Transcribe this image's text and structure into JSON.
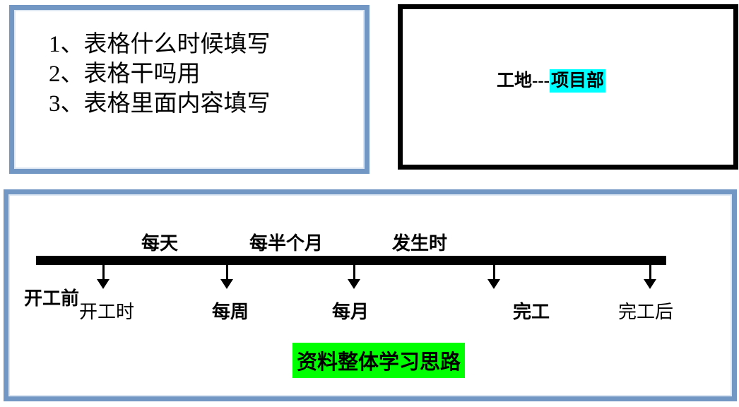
{
  "notes_panel": {
    "items": [
      "1、表格什么时候填写",
      "2、表格干吗用",
      "3、表格里面内容填写"
    ]
  },
  "site_panel": {
    "prefix": "工地---",
    "highlighted": "项目部"
  },
  "timeline_panel": {
    "top_labels": {
      "daily": "每天",
      "half_monthly": "每半个月",
      "on_occurrence": "发生时"
    },
    "bottom_labels": {
      "before_start": "开工前",
      "at_start": "开工时",
      "weekly": "每周",
      "monthly": "每月",
      "completion": "完工",
      "after_completion": "完工后"
    },
    "caption": "资料整体学习思路"
  },
  "colors": {
    "panel_border_blue": "#7297c5",
    "panel_border_black": "#000000",
    "cyan_highlight": "#00ffff",
    "green_highlight": "#00ff00",
    "timeline_bar": "#000000"
  }
}
